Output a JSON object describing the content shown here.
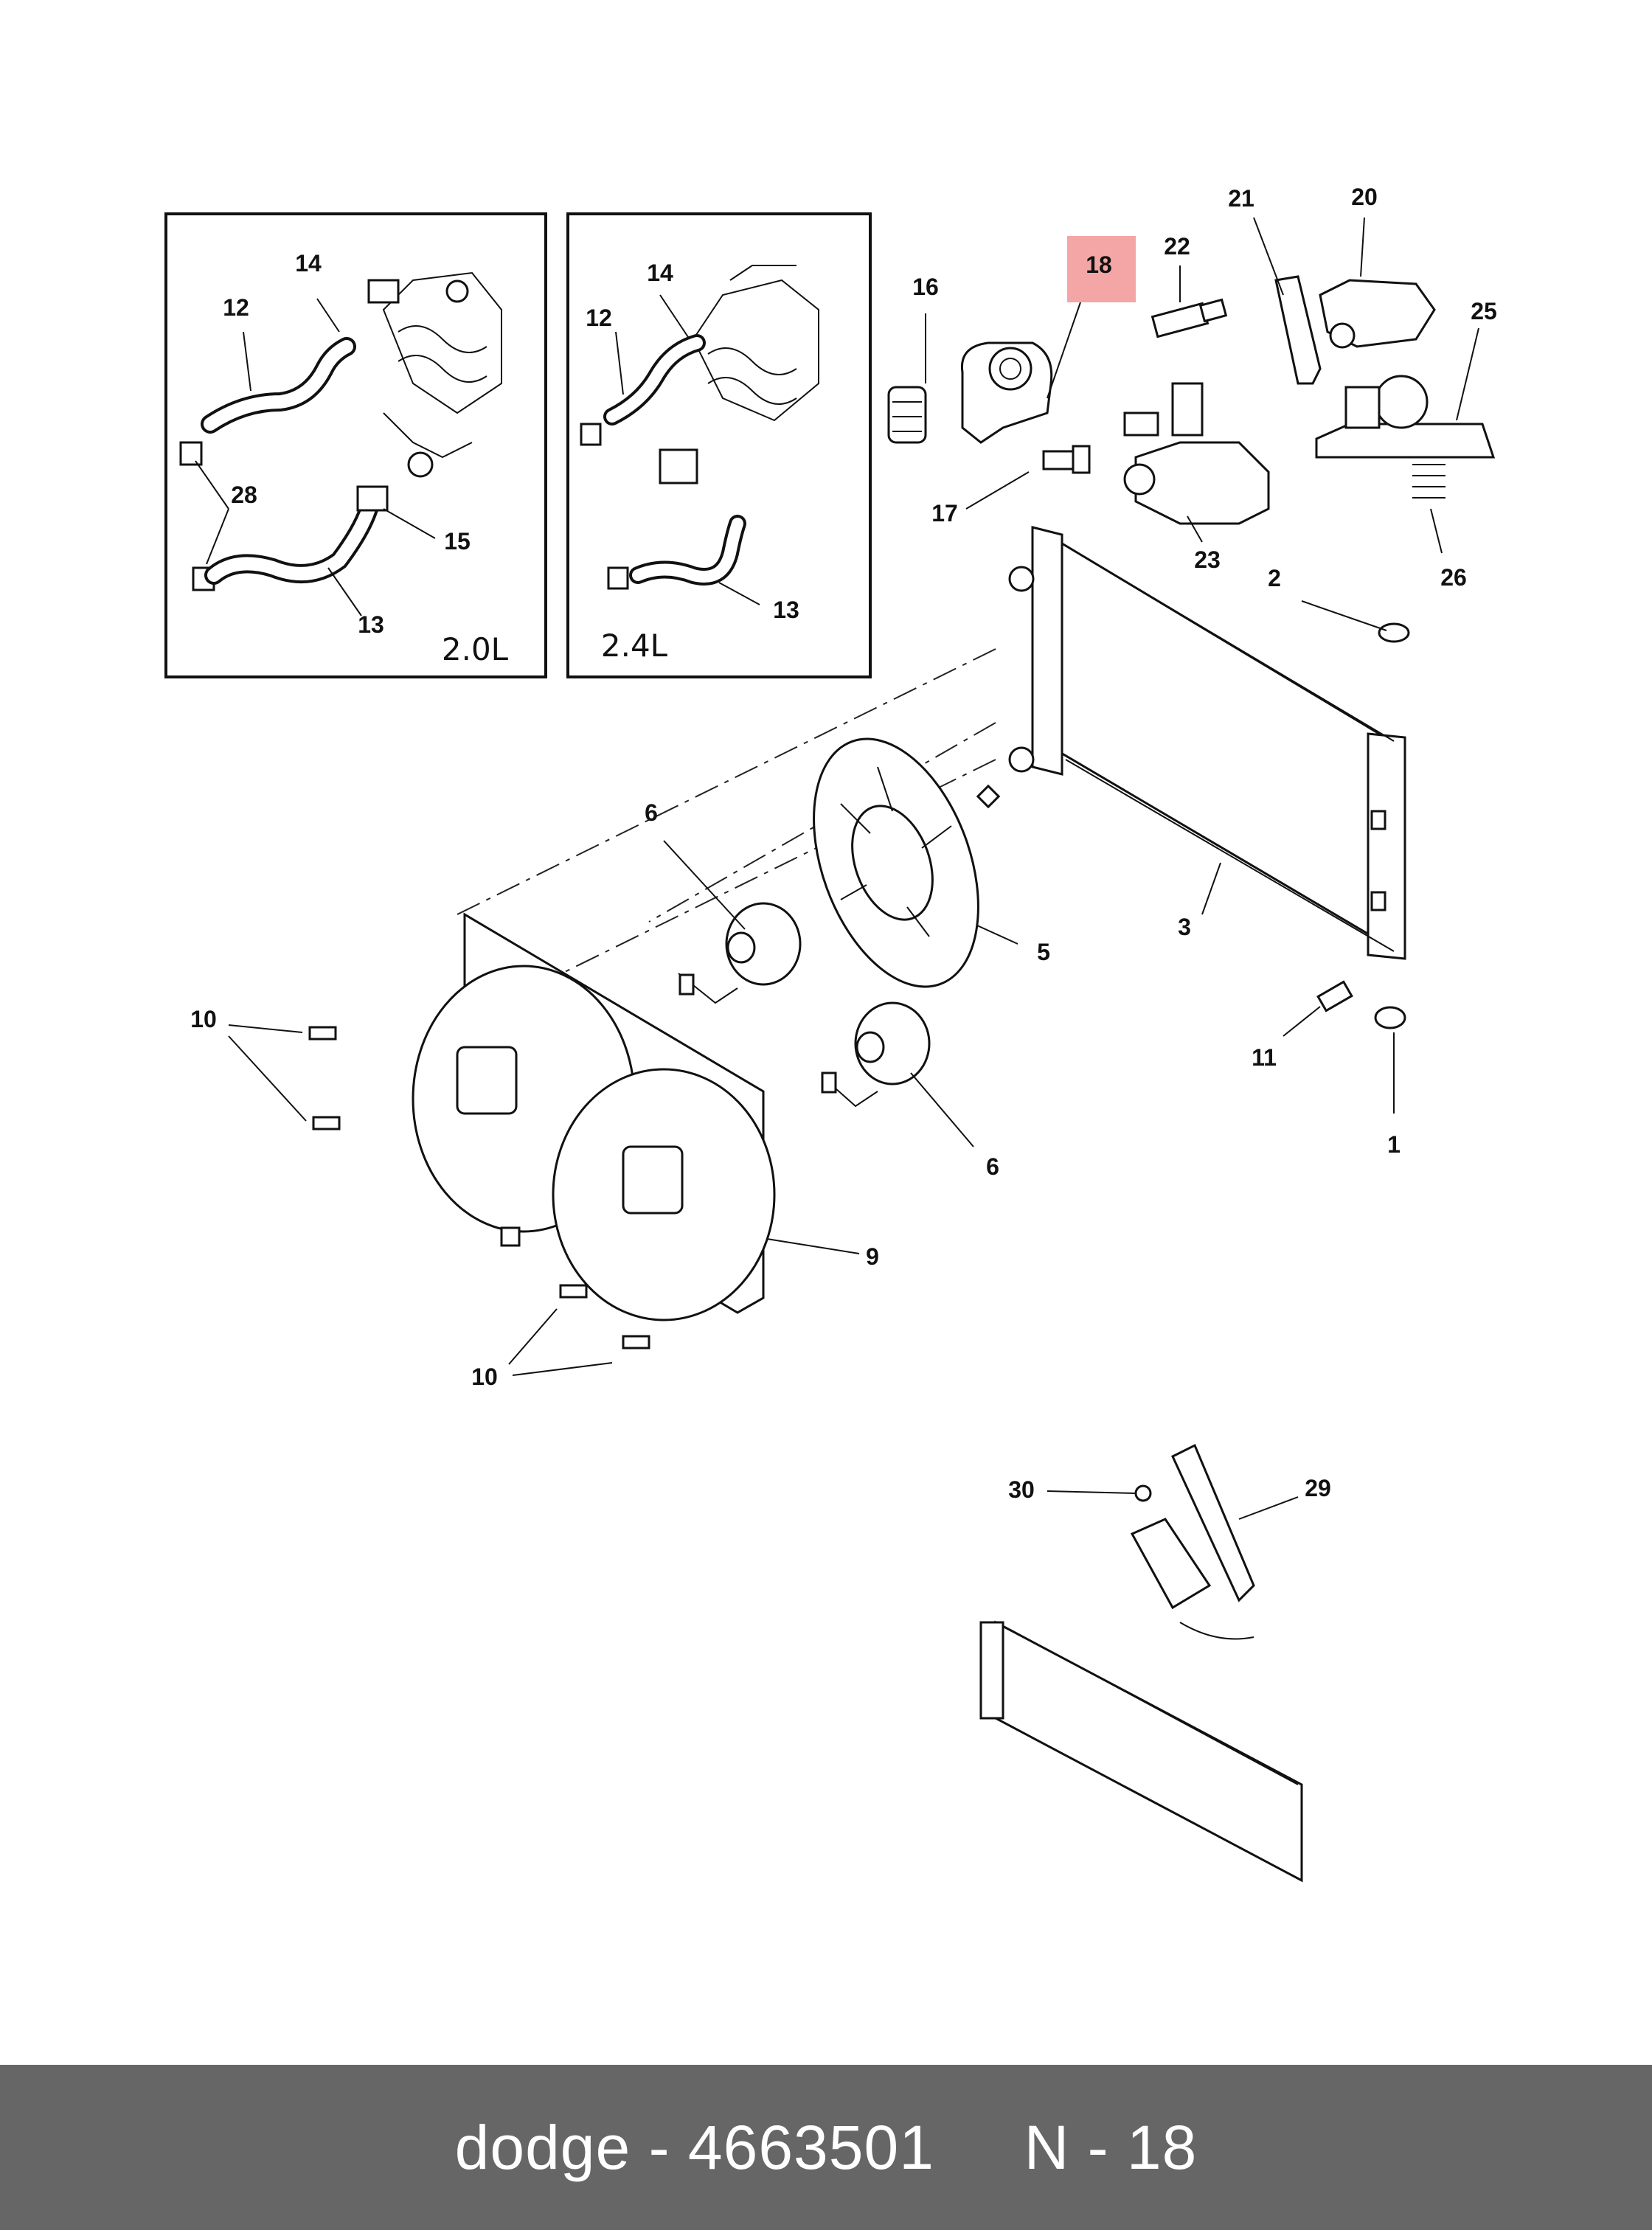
{
  "callouts": {
    "c1": "1",
    "c2": "2",
    "c3": "3",
    "c5": "5",
    "c6a": "6",
    "c6b": "6",
    "c9": "9",
    "c10a": "10",
    "c10b": "10",
    "c11": "11",
    "c12a": "12",
    "c12b": "12",
    "c13a": "13",
    "c13b": "13",
    "c14a": "14",
    "c14b": "14",
    "c15": "15",
    "c16": "16",
    "c17": "17",
    "c18": "18",
    "c20": "20",
    "c21": "21",
    "c22": "22",
    "c23": "23",
    "c25": "25",
    "c26": "26",
    "c28": "28",
    "c29": "29",
    "c30": "30"
  },
  "insets": {
    "left_engine": "2.0L",
    "right_engine": "2.4L"
  },
  "highlight": {
    "part": "18",
    "color": "#f4a6a6"
  },
  "footer": {
    "text": "dodge - 4663501     N - 18"
  }
}
